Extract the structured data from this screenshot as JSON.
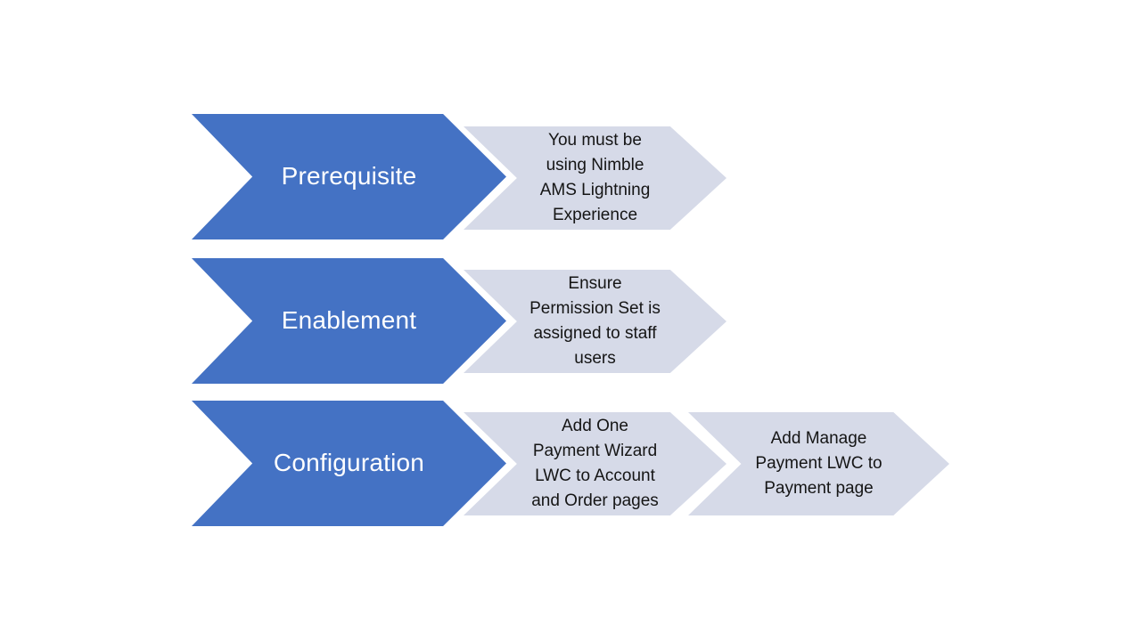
{
  "colors": {
    "primary_blue": "#4472C4",
    "light_lavender": "#D6DAE8",
    "text_dark": "#151515",
    "label_white": "#ffffff"
  },
  "rows": [
    {
      "stage_label": "Prerequisite",
      "steps": [
        {
          "lines": [
            "You must be",
            "using Nimble",
            "AMS Lightning",
            "Experience"
          ]
        }
      ]
    },
    {
      "stage_label": "Enablement",
      "steps": [
        {
          "lines": [
            "Ensure",
            "Permission Set is",
            "assigned to staff",
            "users"
          ]
        }
      ]
    },
    {
      "stage_label": "Configuration",
      "steps": [
        {
          "lines": [
            "Add One",
            "Payment Wizard",
            "LWC to Account",
            "and Order pages"
          ]
        },
        {
          "lines": [
            "Add Manage",
            "Payment LWC to",
            "Payment page"
          ]
        }
      ]
    }
  ]
}
